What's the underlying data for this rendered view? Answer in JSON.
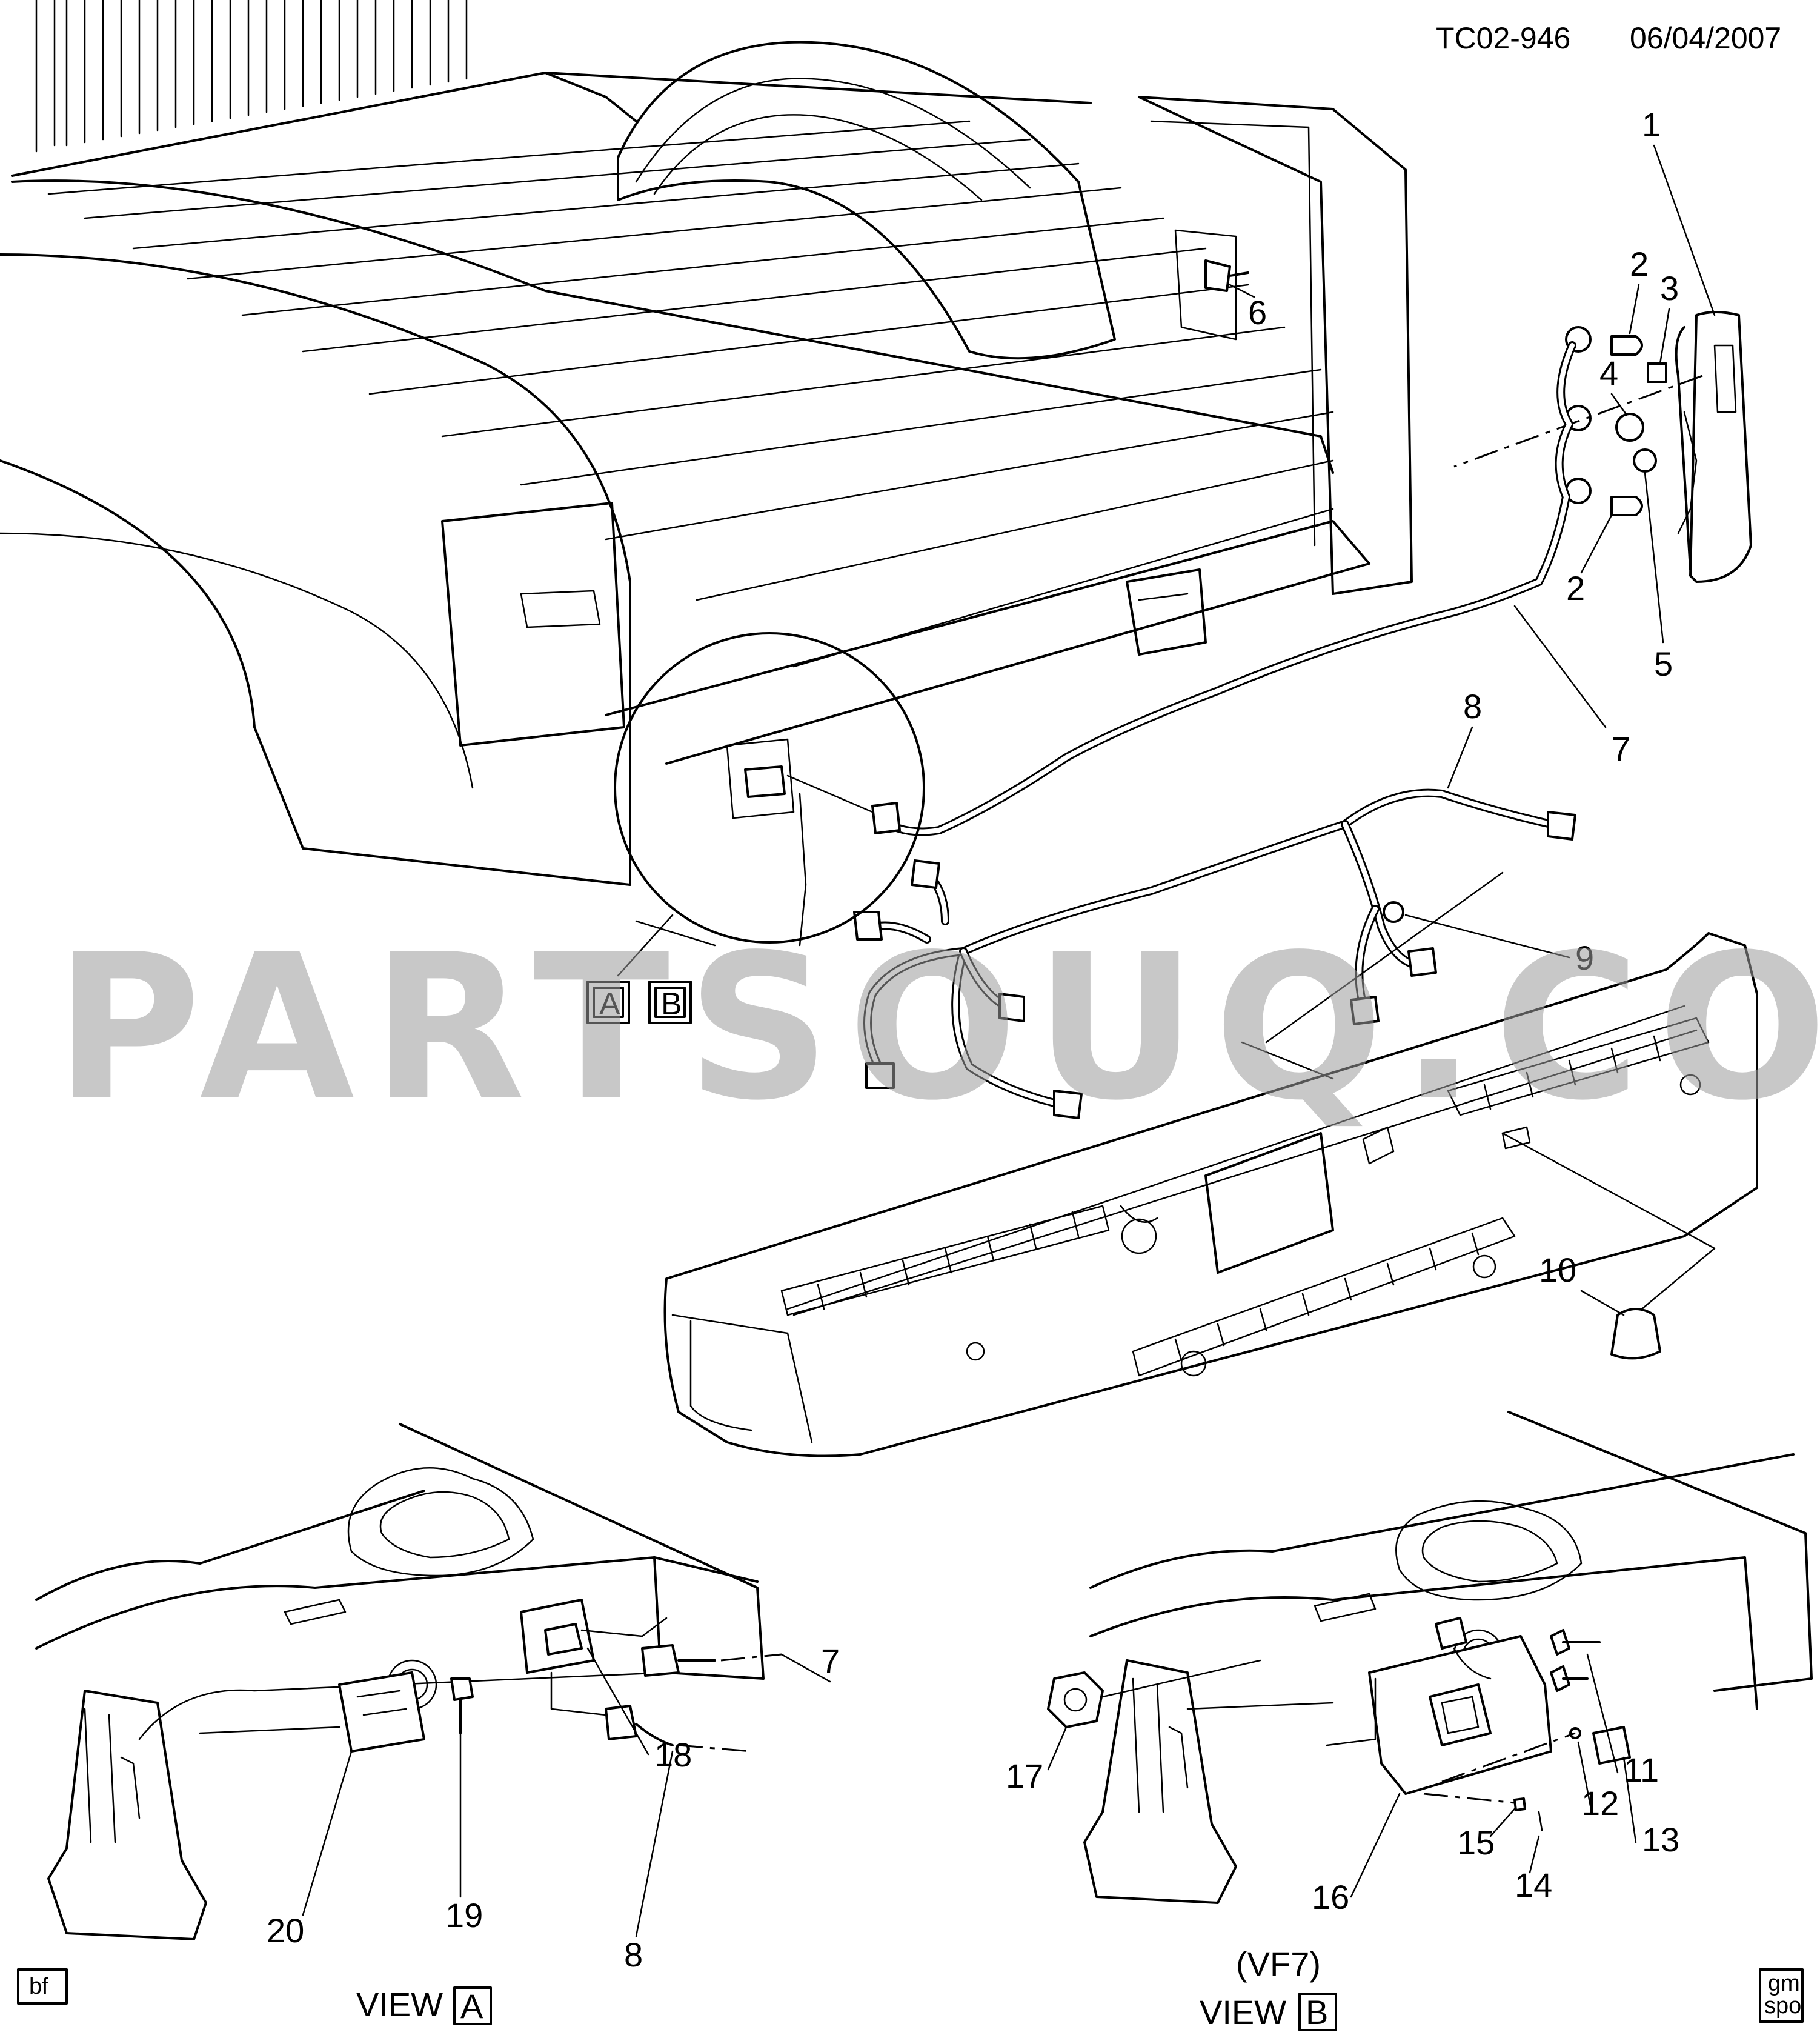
{
  "header": {
    "figure_id": "TC02-946",
    "date": "06/04/2007"
  },
  "watermark": "PARTSOUQ.COM",
  "callouts": {
    "c1": "1",
    "c2a": "2",
    "c2b": "2",
    "c3": "3",
    "c4": "4",
    "c5": "5",
    "c6": "6",
    "c7": "7",
    "c8": "8",
    "c9": "9",
    "c10": "10",
    "c11": "11",
    "c12": "12",
    "c13": "13",
    "c14": "14",
    "c15": "15",
    "c16": "16",
    "c17": "17",
    "c18": "18",
    "c19": "19",
    "c20": "20",
    "c7b": "7",
    "c8b": "8"
  },
  "view_refs": {
    "a": "A",
    "b": "B"
  },
  "views": {
    "view_a": {
      "label": "VIEW",
      "ref": "A"
    },
    "view_b": {
      "label": "VIEW",
      "ref": "B",
      "option": "(VF7)"
    }
  },
  "corner_tags": {
    "left": "bf",
    "right_top": "gm",
    "right_bottom": "spo"
  }
}
